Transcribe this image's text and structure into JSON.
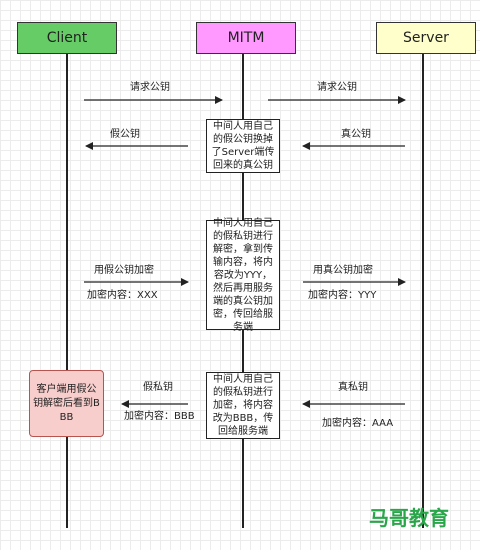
{
  "actors": {
    "client": {
      "label": "Client",
      "color": "#66cc66"
    },
    "mitm": {
      "label": "MITM",
      "color": "#ff99ff"
    },
    "server": {
      "label": "Server",
      "color": "#ffffcc"
    }
  },
  "messages": {
    "req_left": "请求公钥",
    "req_right": "请求公钥",
    "fake_pub": "假公钥",
    "real_pub": "真公钥",
    "enc_fake": "用假公钥加密",
    "content_xxx": "加密内容：XXX",
    "enc_real": "用真公钥加密",
    "content_yyy": "加密内容：YYY",
    "fake_priv": "假私钥",
    "content_bbb": "加密内容：BBB",
    "real_priv": "真私钥",
    "content_aaa": "加密内容：AAA"
  },
  "notes": {
    "note1": "中间人用自己的假公钥换掉了Server端传回来的真公钥",
    "note2": "中间人用自己的假私钥进行解密，拿到传输内容，将内容改为YYY，然后再用服务端的真公钥加密，传回给服务端",
    "note3": "中间人用自己的假私钥进行加密，将内容改为BBB，传回给服务端",
    "note4": "客户端用假公钥解密后看到BBB"
  },
  "colors": {
    "client_note_fill": "#f8cecc",
    "client_note_border": "#b85450",
    "line": "#222222"
  },
  "watermark": {
    "text": "马哥教育",
    "color": "#2aa64a"
  }
}
